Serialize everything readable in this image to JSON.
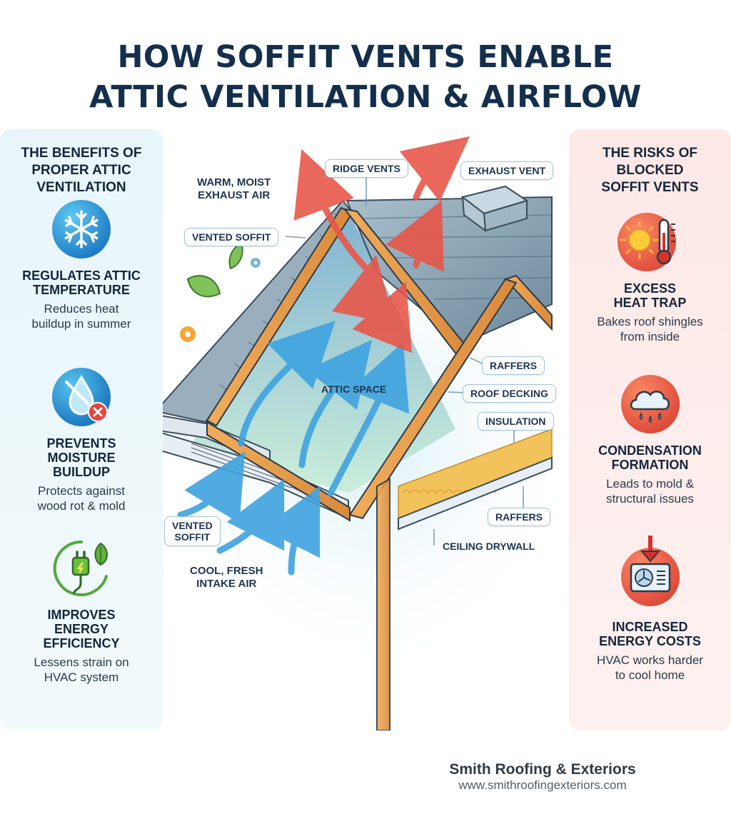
{
  "title": {
    "line1": "HOW SOFFIT VENTS ENABLE",
    "line2": "ATTIC VENTILATION & AIRFLOW"
  },
  "benefits": {
    "heading": [
      "THE BENEFITS OF",
      "PROPER ATTIC",
      "VENTILATION"
    ],
    "items": [
      {
        "icon": "snowflake-icon",
        "title": [
          "REGULATES ATTIC",
          "TEMPERATURE"
        ],
        "desc": [
          "Reduces heat",
          "buildup in summer"
        ]
      },
      {
        "icon": "water-drop-blocked-icon",
        "title": [
          "PREVENTS",
          "MOISTURE",
          "BUILDUP"
        ],
        "desc": [
          "Protects against",
          "wood rot & mold"
        ]
      },
      {
        "icon": "plug-leaf-icon",
        "title": [
          "IMPROVES",
          "ENERGY",
          "EFFICIENCY"
        ],
        "desc": [
          "Lessens strain on",
          "HVAC system"
        ]
      }
    ]
  },
  "risks": {
    "heading": [
      "THE RISKS OF",
      "BLOCKED",
      "SOFFIT VENTS"
    ],
    "items": [
      {
        "icon": "sun-thermometer-icon",
        "title": [
          "EXCESS",
          "HEAT TRAP"
        ],
        "desc": [
          "Bakes roof shingles",
          "from inside"
        ]
      },
      {
        "icon": "rain-cloud-icon",
        "title": [
          "CONDENSATION",
          "FORMATION"
        ],
        "desc": [
          "Leads to mold &",
          "structural issues"
        ]
      },
      {
        "icon": "hvac-unit-icon",
        "title": [
          "INCREASED",
          "ENERGY COSTS"
        ],
        "desc": [
          "HVAC works harder",
          "to cool home"
        ]
      }
    ]
  },
  "diagram_labels": {
    "warm_exhaust": [
      "WARM, MOIST",
      "EXHAUST AIR"
    ],
    "ridge_vents": "RIDGE VENTS",
    "exhaust_vent": "EXHAUST VENT",
    "vented_soffit_top": "VENTED SOFFIT",
    "attic_space": "ATTIC SPACE",
    "raffers_top": "RAFFERS",
    "roof_decking": "ROOF DECKING",
    "insulation": "INSULATION",
    "raffers_bottom": "RAFFERS",
    "ceiling_drywall": "CEILING DRYWALL",
    "vented_soffit_bottom": [
      "VENTED",
      "SOFFIT"
    ],
    "cool_intake": [
      "COOL, FRESH",
      "INTAKE AIR"
    ]
  },
  "colors": {
    "title": "#132f4c",
    "warm_air": "#e8574a",
    "cool_air": "#3fa3e0",
    "rafter": "#e89a48",
    "roof": "#8aa3b3",
    "insulation": "#f2c35a"
  },
  "footer": {
    "company": "Smith Roofing & Exteriors",
    "url": "www.smithroofingexteriors.com"
  }
}
